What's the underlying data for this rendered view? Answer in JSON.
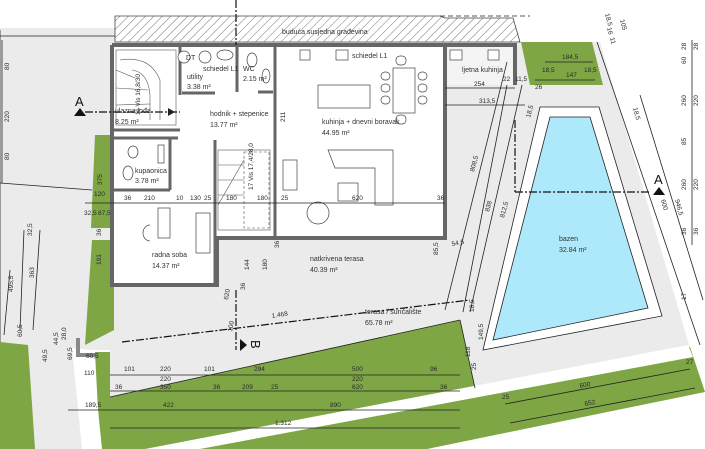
{
  "neighbor_label": "buduća susjedna građevina",
  "rooms": {
    "ulazna_loda": {
      "name": "ulazna lođa",
      "area": "8.25 m²"
    },
    "utility": {
      "name": "utility",
      "area": "3.38 m²"
    },
    "wc": {
      "name": "WC",
      "area": "2.15 m²"
    },
    "hodnik": {
      "name": "hodnik + stepenice",
      "area": "13.77 m²"
    },
    "kuhinja": {
      "name": "kuhinja + dnevni boravak",
      "area": "44.95 m²"
    },
    "kupaonica": {
      "name": "kupaonica",
      "area": "3.78 m²"
    },
    "radna_soba": {
      "name": "radna soba",
      "area": "14.37 m²"
    },
    "natkrivena": {
      "name": "natkrivena terasa",
      "area": "40.39 m²"
    },
    "terasa": {
      "name": "terasa / sunčalište",
      "area": "65.78 m²"
    },
    "ljetna": {
      "name": "ljetna kuhinja"
    },
    "bazen": {
      "name": "bazen",
      "area": "32.84 m²"
    }
  },
  "fixtures": {
    "dt": "DT",
    "schiedel": "schiedel L1"
  },
  "section_markers": {
    "a": "A",
    "b": "B"
  },
  "stairs": {
    "left": "11 Vis 16,8/30",
    "mid": "17 Vis 17,4/28,0"
  },
  "colors": {
    "lawn": "#7ea644",
    "pool": "#ade8fb",
    "paving": "#ebebeb",
    "wall": "#666666"
  },
  "dims": {
    "row200": [
      "36",
      "210",
      "10",
      "130",
      "25",
      "180",
      "180",
      "25",
      "620",
      "36"
    ],
    "left": [
      "80",
      "220",
      "80",
      "375",
      "120",
      "32,5",
      "87,5",
      "36",
      "191",
      "32,5",
      "363",
      "495,5",
      "60,5",
      "49,5",
      "44,5",
      "28,0"
    ],
    "mid": [
      "211",
      "144",
      "180",
      "36",
      "36",
      "620",
      "100",
      "85,5",
      "54,5",
      "1.468"
    ],
    "bottom": [
      "101",
      "220",
      "101",
      "294",
      "500",
      "96",
      "220",
      "36",
      "350",
      "36",
      "209",
      "25",
      "220",
      "620",
      "36",
      "189,5",
      "422",
      "890",
      "1.312",
      "60,5",
      "110",
      "149,5",
      "118",
      "25",
      "27",
      "600",
      "25",
      "652",
      "69,5",
      "18,5"
    ],
    "topright": [
      "184,5",
      "18,5",
      "147",
      "18,5",
      "26",
      "254",
      "313,5",
      "22",
      "11,5",
      "808,5",
      "838",
      "812,5",
      "18,5",
      "18,5",
      "105",
      "18,5",
      "16",
      "11"
    ],
    "right": [
      "28",
      "60",
      "260",
      "220",
      "85",
      "260",
      "220",
      "36",
      "36",
      "946,5",
      "600",
      "28",
      "17"
    ]
  }
}
